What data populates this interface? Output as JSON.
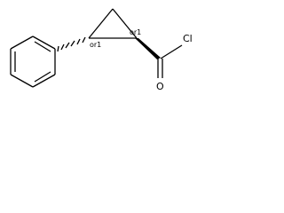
{
  "molecule": {
    "atoms": {
      "chlorine": "Cl",
      "oxygen": "O"
    },
    "stereo_labels": {
      "left_center": "or1",
      "right_center": "or1"
    }
  }
}
